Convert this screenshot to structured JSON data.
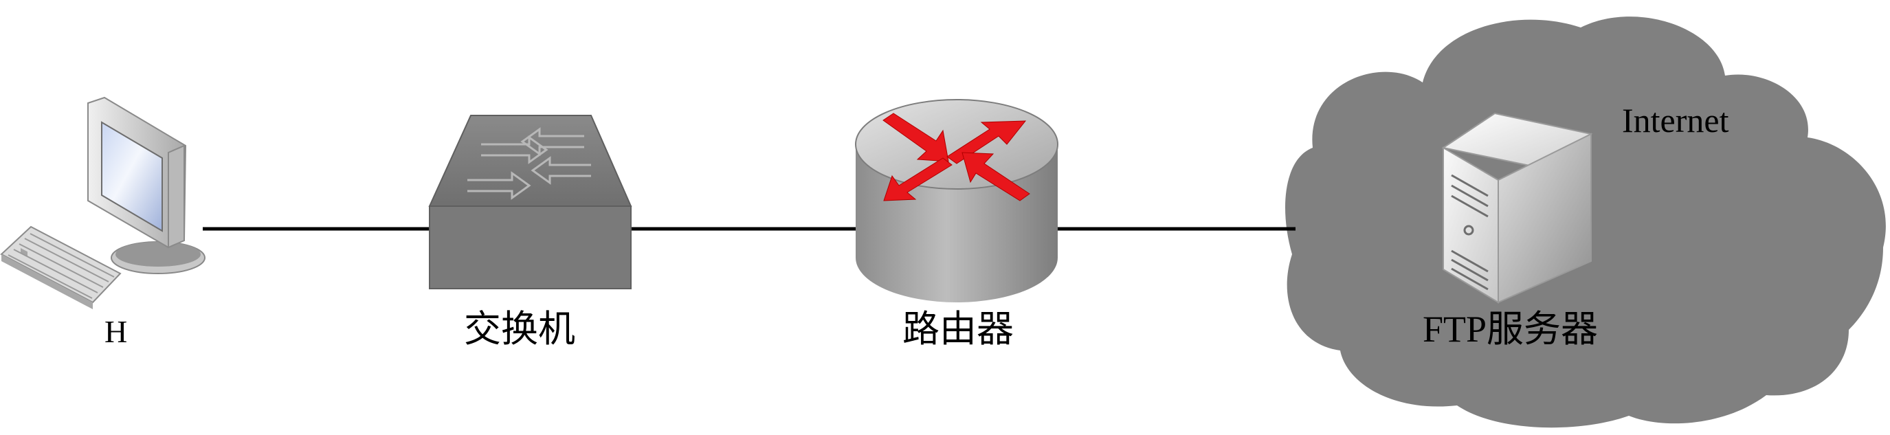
{
  "nodes": {
    "host": {
      "label": "H",
      "icon": "desktop-computer-icon"
    },
    "switch": {
      "label": "交换机",
      "icon": "network-switch-icon"
    },
    "router": {
      "label": "路由器",
      "icon": "router-icon"
    },
    "server": {
      "label": "FTP服务器",
      "icon": "server-tower-icon"
    }
  },
  "cloud": {
    "label": "Internet",
    "icon": "cloud-icon"
  },
  "links": [
    {
      "from": "H",
      "to": "交换机"
    },
    {
      "from": "交换机",
      "to": "路由器"
    },
    {
      "from": "路由器",
      "to": "FTP服务器"
    }
  ],
  "colors": {
    "cloud": "#808080",
    "switch": "#7a7a7a",
    "router_body": "#9a9a9a",
    "router_arrows": "#e8161b",
    "line": "#000000"
  }
}
